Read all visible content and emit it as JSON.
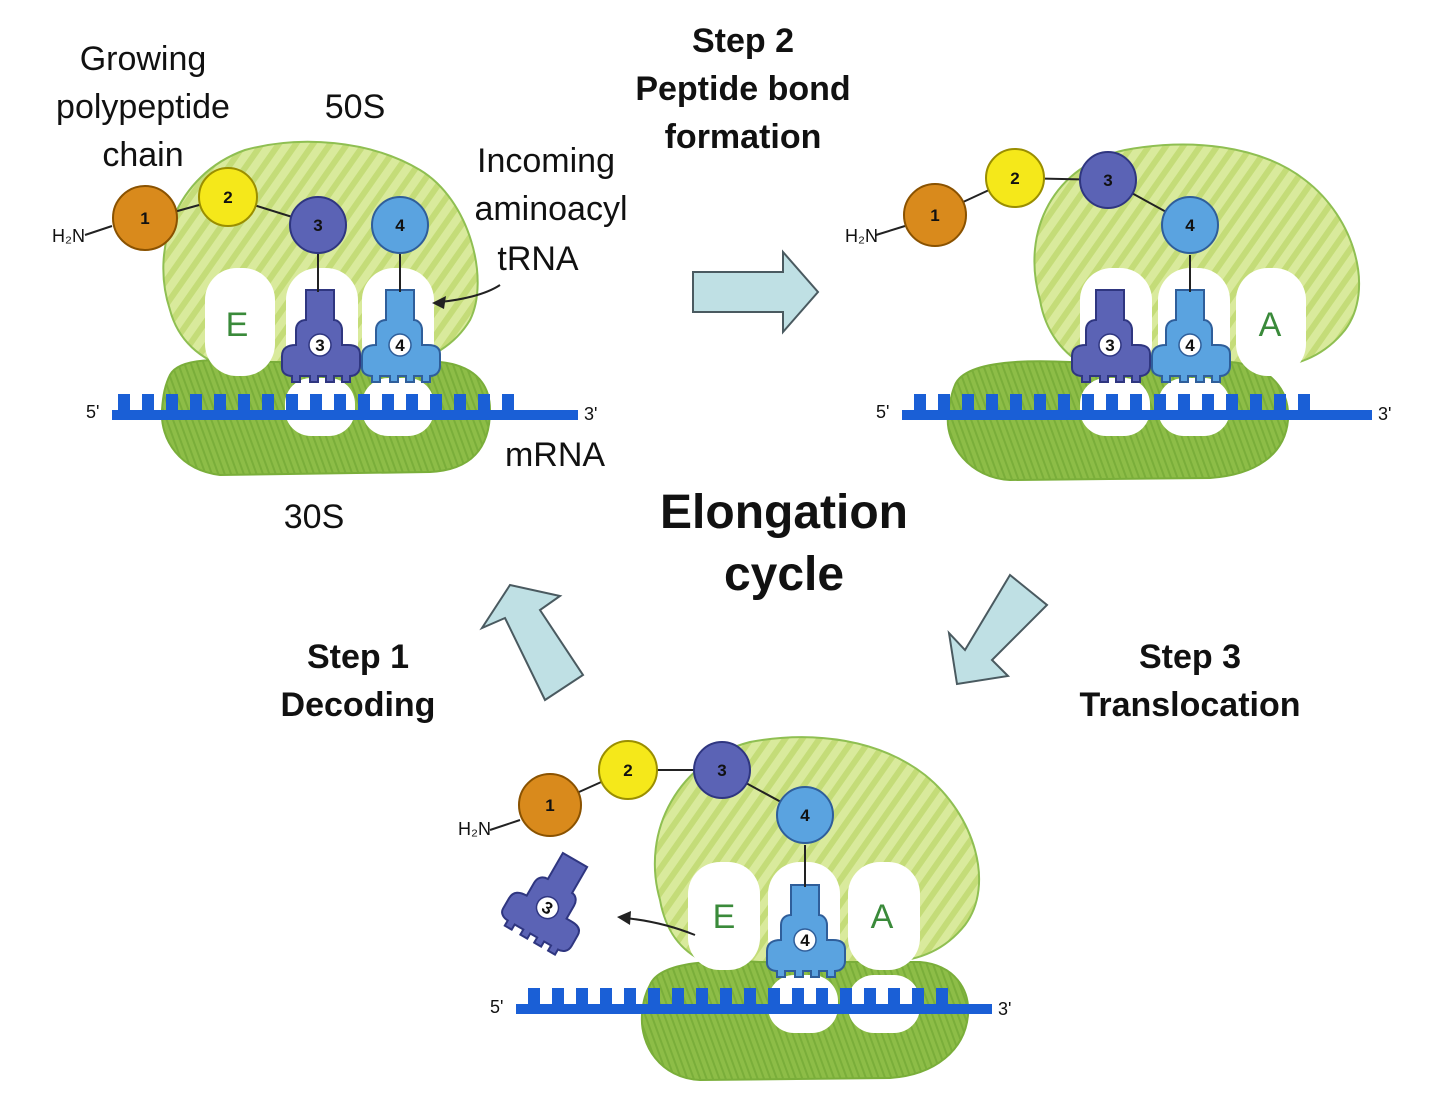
{
  "title": "Elongation cycle",
  "title_line1": "Elongation",
  "title_line2": "cycle",
  "labels": {
    "growing_line1": "Growing",
    "growing_line2": "polypeptide",
    "growing_line3": "chain",
    "subunit_large": "50S",
    "subunit_small": "30S",
    "incoming_line1": "Incoming",
    "incoming_line2": "aminoacyl",
    "incoming_line3": "tRNA",
    "mrna": "mRNA",
    "five_prime": "5'",
    "three_prime": "3'",
    "amino_end": "H₂N",
    "site_e": "E",
    "site_a": "A"
  },
  "steps": [
    {
      "label": "Step 1",
      "name": "Decoding"
    },
    {
      "label": "Step 2",
      "name1": "Peptide bond",
      "name2": "formation"
    },
    {
      "label": "Step 3",
      "name": "Translocation"
    }
  ],
  "beads": [
    "1",
    "2",
    "3",
    "4"
  ],
  "trna": [
    "3",
    "4"
  ],
  "colors": {
    "bead1": "#d98a1c",
    "bead2": "#f5e81a",
    "bead3": "#5b63b5",
    "bead4": "#5aa3e0",
    "trna3": "#5b63b5",
    "trna4": "#5aa3e0",
    "mrna": "#1a5fd6",
    "large_subunit": "#cfe38a",
    "small_subunit": "#8fc04a",
    "arrow": "#bfe0e4"
  }
}
